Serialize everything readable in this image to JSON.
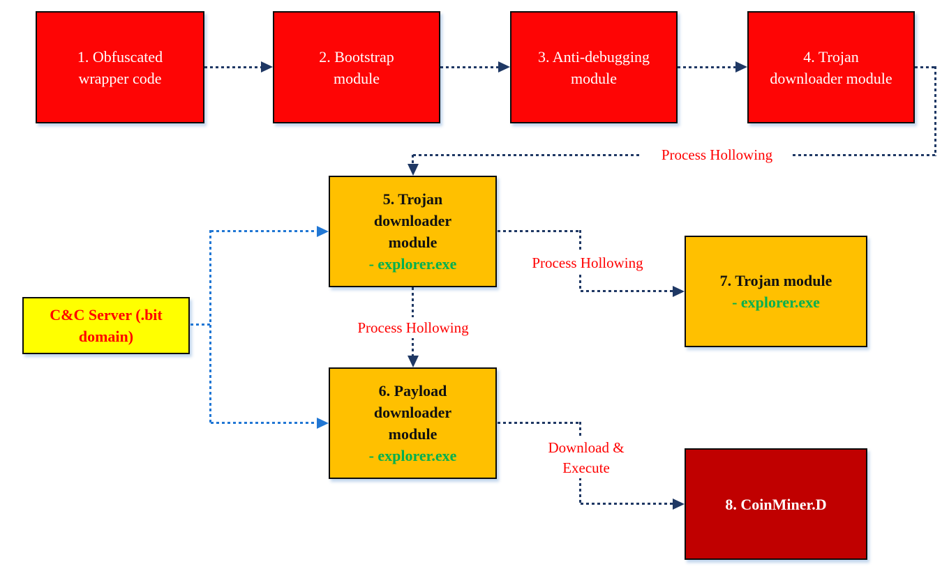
{
  "boxes": {
    "box1": {
      "title": "1. Obfuscated wrapper code"
    },
    "box2": {
      "title": "2. Bootstrap module"
    },
    "box3": {
      "title": "3. Anti-debugging module"
    },
    "box4": {
      "title": "4. Trojan downloader module"
    },
    "box5": {
      "title": "5. Trojan downloader module",
      "subtitle": "- explorer.exe"
    },
    "box6": {
      "title": "6. Payload downloader module",
      "subtitle": "- explorer.exe"
    },
    "box7": {
      "title": "7. Trojan module",
      "subtitle": "- explorer.exe"
    },
    "box8": {
      "title": "8. CoinMiner.D"
    },
    "cnc": {
      "title": "C&C Server (.bit domain)"
    }
  },
  "labels": {
    "process_hollowing_top": "Process Hollowing",
    "process_hollowing_to_trojan": "Process Hollowing",
    "process_hollowing_to_payload": "Process Hollowing",
    "download_execute": "Download & Execute"
  },
  "colors": {
    "stage_red": "#fe0505",
    "final_dark_red": "#c00000",
    "module_gold": "#ffc000",
    "server_yellow": "#ffff00",
    "arrow_navy": "#1f3864",
    "arrow_blue": "#2177d4",
    "process_name_green": "#00b050",
    "label_red": "#ff0000"
  }
}
